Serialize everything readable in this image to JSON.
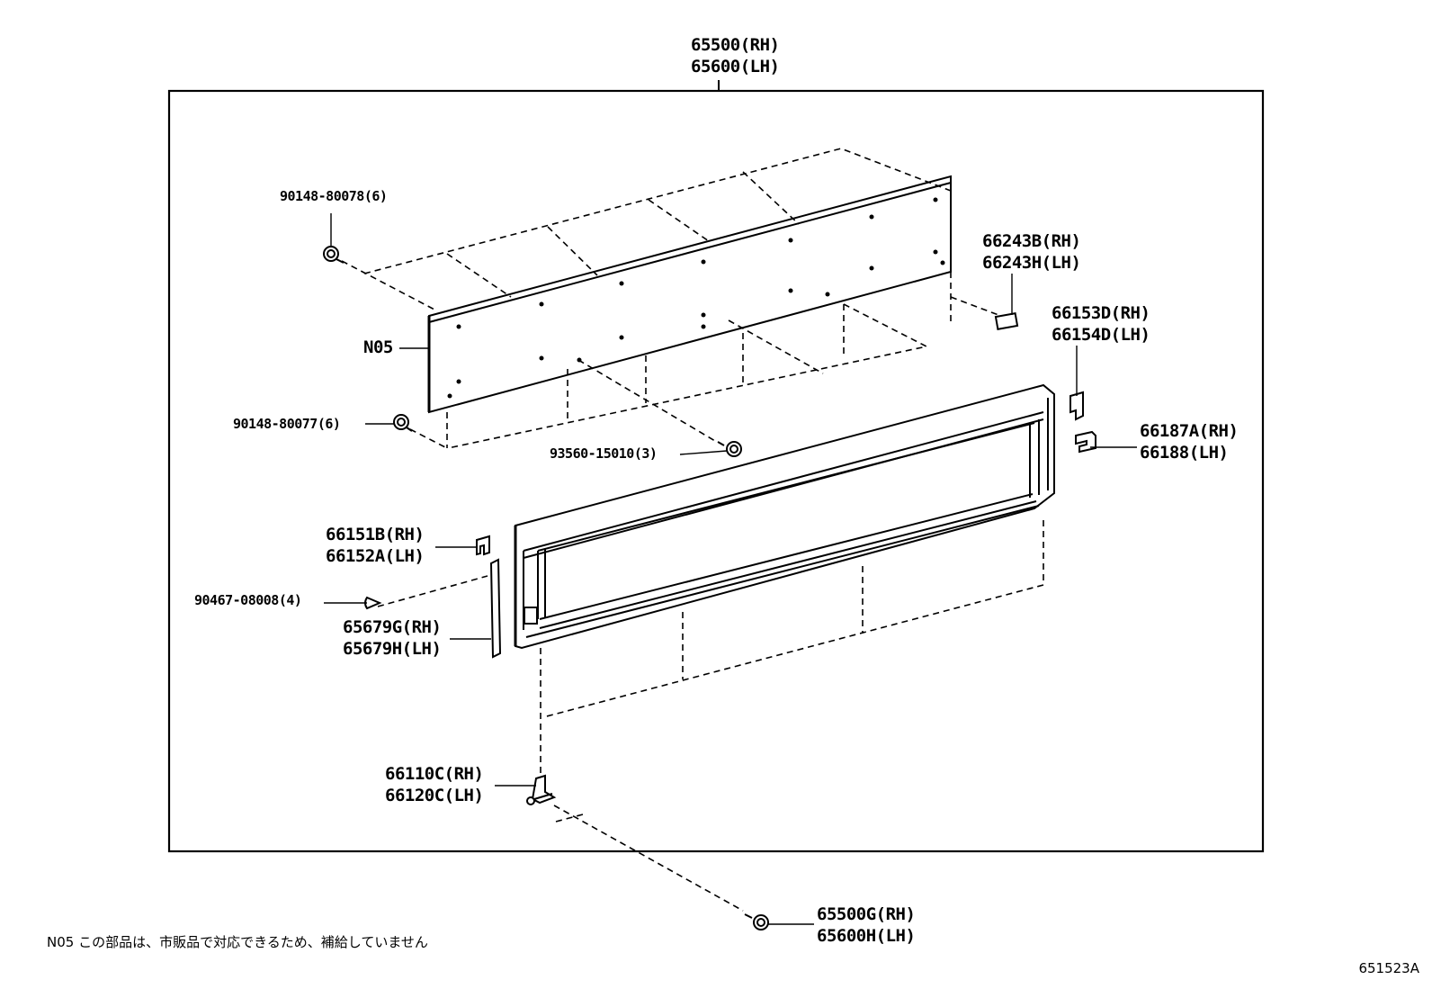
{
  "assembly": {
    "rh": "65500(RH)",
    "lh": "65600(LH)"
  },
  "parts": {
    "screw_top": "90148-80078(6)",
    "board": "N05",
    "screw_bottom": "90148-80077(6)",
    "bolt_center": "93560-15010(3)",
    "pad_rh": "66243B(RH)",
    "pad_lh": "66243H(LH)",
    "bracket_top_rh": "66153D(RH)",
    "bracket_top_lh": "66154D(LH)",
    "clip_right_rh": "66187A(RH)",
    "clip_right_lh": "66188(LH)",
    "clip_left_rh": "66151B(RH)",
    "clip_left_lh": "66152A(LH)",
    "rivet": "90467-08008(4)",
    "strip_rh": "65679G(RH)",
    "strip_lh": "65679H(LH)",
    "hinge_rh": "66110C(RH)",
    "hinge_lh": "66120C(LH)",
    "bolt_hinge_rh": "65500G(RH)",
    "bolt_hinge_lh": "65600H(LH)"
  },
  "note": "N05  この部品は、市販品で対応できるため、補給していません",
  "figure_number": "651523A"
}
